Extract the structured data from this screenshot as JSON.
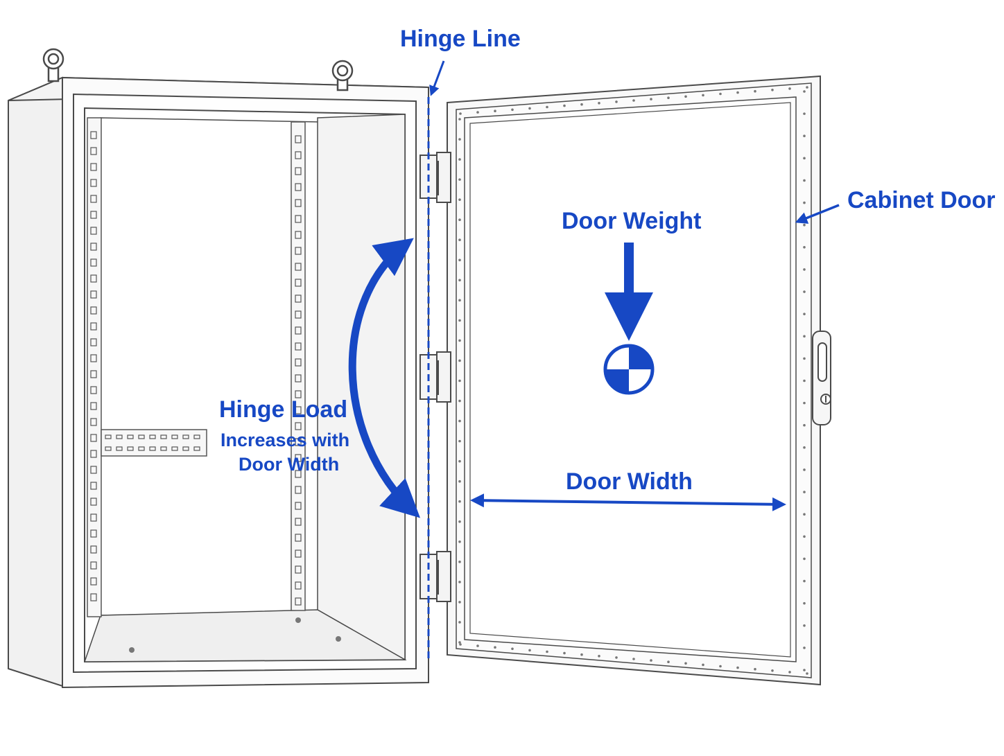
{
  "labels": {
    "hinge_line": "Hinge Line",
    "cabinet_door": "Cabinet Door",
    "door_weight": "Door Weight",
    "hinge_load": "Hinge Load",
    "hinge_load_sub1": "Increases with",
    "hinge_load_sub2": "Door Width",
    "door_width": "Door Width"
  },
  "colors": {
    "annotation": "#1748c4",
    "line_art": "#4a4a4a",
    "cabinet_fill": "#fbfbfb",
    "shade": "#ececec"
  },
  "icons": {
    "center_of_gravity": "center-of-gravity-icon",
    "eye_bolt": "eye-bolt-icon",
    "hinge": "hinge-icon",
    "door_handle": "door-handle-icon"
  }
}
